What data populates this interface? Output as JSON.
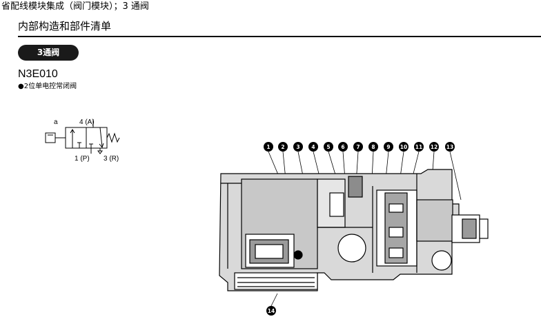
{
  "header": {
    "breadcrumb": "省配线模块集成（阀门模块）；3 通阀"
  },
  "section": {
    "title": "内部构造和部件清单"
  },
  "valve_type_badge": "3通阀",
  "model": {
    "code": "N3E010",
    "description": "●2位单电控常闭阀"
  },
  "symbol": {
    "solenoid_label": "a",
    "port_a": "4 (A)",
    "port_p": "1 (P)",
    "port_r": "3 (R)"
  },
  "callouts": [
    "1",
    "2",
    "3",
    "4",
    "5",
    "6",
    "7",
    "8",
    "9",
    "10",
    "11",
    "12",
    "13",
    "14"
  ]
}
